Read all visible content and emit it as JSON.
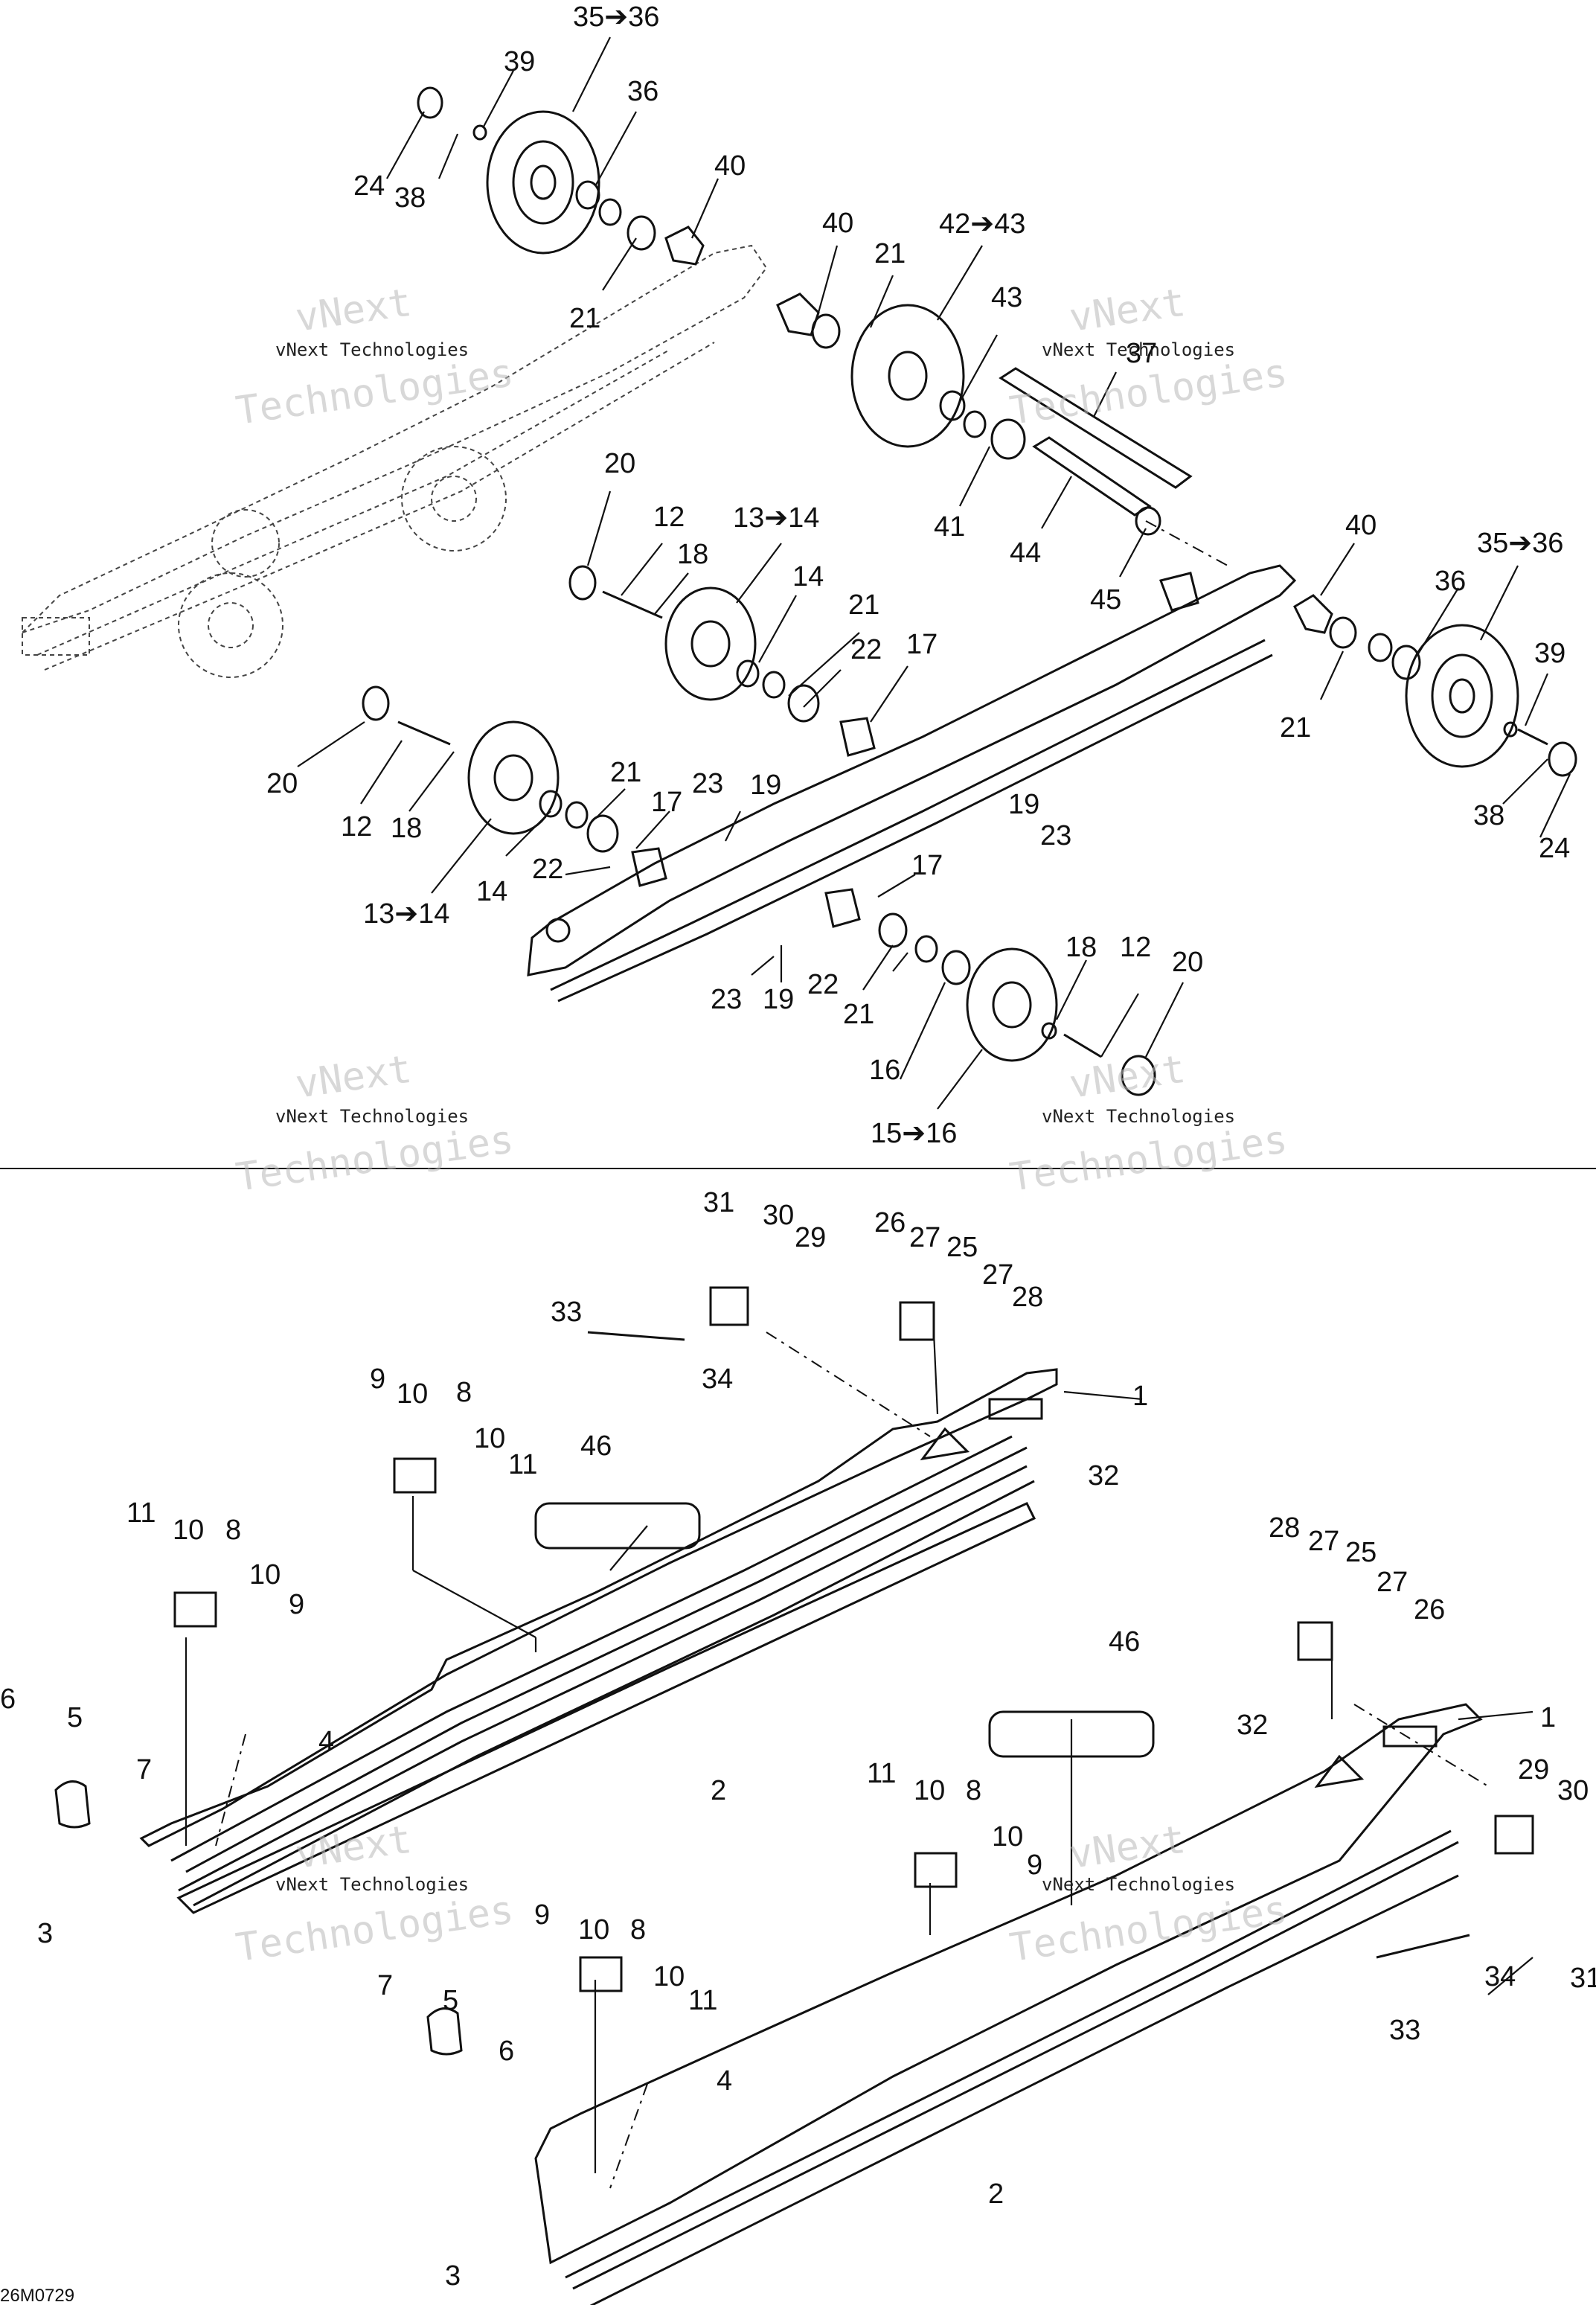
{
  "diagram": {
    "drawing_code": "26M0729",
    "watermark": {
      "line1": "vNext Technologies",
      "big_line1": "vNext",
      "big_line2": "Technologies"
    },
    "callouts": [
      {
        "id": "c1",
        "text": "35➔36"
      },
      {
        "id": "c2",
        "text": "39"
      },
      {
        "id": "c3",
        "text": "36"
      },
      {
        "id": "c4",
        "text": "24"
      },
      {
        "id": "c5",
        "text": "38"
      },
      {
        "id": "c6",
        "text": "40"
      },
      {
        "id": "c7",
        "text": "21"
      },
      {
        "id": "c8",
        "text": "40"
      },
      {
        "id": "c9",
        "text": "21"
      },
      {
        "id": "c10",
        "text": "42➔43"
      },
      {
        "id": "c11",
        "text": "43"
      },
      {
        "id": "c12",
        "text": "37"
      },
      {
        "id": "c13",
        "text": "41"
      },
      {
        "id": "c14",
        "text": "44"
      },
      {
        "id": "c15",
        "text": "45"
      },
      {
        "id": "c16",
        "text": "20"
      },
      {
        "id": "c17",
        "text": "12"
      },
      {
        "id": "c18",
        "text": "18"
      },
      {
        "id": "c19",
        "text": "13➔14"
      },
      {
        "id": "c20",
        "text": "14"
      },
      {
        "id": "c21",
        "text": "21"
      },
      {
        "id": "c22",
        "text": "22"
      },
      {
        "id": "c23",
        "text": "17"
      },
      {
        "id": "c24",
        "text": "40"
      },
      {
        "id": "c25",
        "text": "35➔36"
      },
      {
        "id": "c26",
        "text": "36"
      },
      {
        "id": "c27",
        "text": "21"
      },
      {
        "id": "c28",
        "text": "39"
      },
      {
        "id": "c29",
        "text": "38"
      },
      {
        "id": "c30",
        "text": "24"
      },
      {
        "id": "c31",
        "text": "20"
      },
      {
        "id": "c32",
        "text": "12"
      },
      {
        "id": "c33",
        "text": "18"
      },
      {
        "id": "c34",
        "text": "13➔14"
      },
      {
        "id": "c35",
        "text": "14"
      },
      {
        "id": "c36",
        "text": "21"
      },
      {
        "id": "c37",
        "text": "17"
      },
      {
        "id": "c38",
        "text": "22"
      },
      {
        "id": "c39",
        "text": "23"
      },
      {
        "id": "c40",
        "text": "19"
      },
      {
        "id": "c41",
        "text": "19"
      },
      {
        "id": "c42",
        "text": "23"
      },
      {
        "id": "c43",
        "text": "17"
      },
      {
        "id": "c44",
        "text": "22"
      },
      {
        "id": "c45",
        "text": "23"
      },
      {
        "id": "c46",
        "text": "19"
      },
      {
        "id": "c47",
        "text": "21"
      },
      {
        "id": "c48",
        "text": "16"
      },
      {
        "id": "c49",
        "text": "18"
      },
      {
        "id": "c50",
        "text": "12"
      },
      {
        "id": "c51",
        "text": "20"
      },
      {
        "id": "c52",
        "text": "15➔16"
      },
      {
        "id": "d1",
        "text": "31"
      },
      {
        "id": "d2",
        "text": "30"
      },
      {
        "id": "d3",
        "text": "29"
      },
      {
        "id": "d4",
        "text": "26"
      },
      {
        "id": "d5",
        "text": "27"
      },
      {
        "id": "d6",
        "text": "25"
      },
      {
        "id": "d7",
        "text": "27"
      },
      {
        "id": "d8",
        "text": "28"
      },
      {
        "id": "d9",
        "text": "33"
      },
      {
        "id": "d10",
        "text": "34"
      },
      {
        "id": "d11",
        "text": "1"
      },
      {
        "id": "d12",
        "text": "32"
      },
      {
        "id": "d13",
        "text": "9"
      },
      {
        "id": "d14",
        "text": "10"
      },
      {
        "id": "d15",
        "text": "8"
      },
      {
        "id": "d16",
        "text": "10"
      },
      {
        "id": "d17",
        "text": "11"
      },
      {
        "id": "d18",
        "text": "46"
      },
      {
        "id": "d19",
        "text": "11"
      },
      {
        "id": "d20",
        "text": "10"
      },
      {
        "id": "d21",
        "text": "8"
      },
      {
        "id": "d22",
        "text": "10"
      },
      {
        "id": "d23",
        "text": "9"
      },
      {
        "id": "d24",
        "text": "6"
      },
      {
        "id": "d25",
        "text": "5"
      },
      {
        "id": "d26",
        "text": "7"
      },
      {
        "id": "d27",
        "text": "4"
      },
      {
        "id": "d28",
        "text": "2"
      },
      {
        "id": "d29",
        "text": "3"
      },
      {
        "id": "d30",
        "text": "28"
      },
      {
        "id": "d31",
        "text": "27"
      },
      {
        "id": "d32",
        "text": "25"
      },
      {
        "id": "d33",
        "text": "27"
      },
      {
        "id": "d34",
        "text": "26"
      },
      {
        "id": "d35",
        "text": "46"
      },
      {
        "id": "d36",
        "text": "32"
      },
      {
        "id": "d37",
        "text": "1"
      },
      {
        "id": "d38",
        "text": "29"
      },
      {
        "id": "d39",
        "text": "30"
      },
      {
        "id": "d40",
        "text": "11"
      },
      {
        "id": "d41",
        "text": "10"
      },
      {
        "id": "d42",
        "text": "8"
      },
      {
        "id": "d43",
        "text": "10"
      },
      {
        "id": "d44",
        "text": "9"
      },
      {
        "id": "d45",
        "text": "31"
      },
      {
        "id": "d46",
        "text": "34"
      },
      {
        "id": "d47",
        "text": "9"
      },
      {
        "id": "d48",
        "text": "10"
      },
      {
        "id": "d49",
        "text": "8"
      },
      {
        "id": "d50",
        "text": "10"
      },
      {
        "id": "d51",
        "text": "11"
      },
      {
        "id": "d52",
        "text": "7"
      },
      {
        "id": "d53",
        "text": "5"
      },
      {
        "id": "d54",
        "text": "6"
      },
      {
        "id": "d55",
        "text": "33"
      },
      {
        "id": "d56",
        "text": "4"
      },
      {
        "id": "d57",
        "text": "2"
      },
      {
        "id": "d58",
        "text": "3"
      }
    ]
  }
}
